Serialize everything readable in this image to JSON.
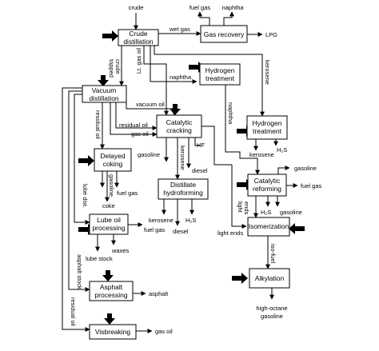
{
  "units": {
    "crude_distillation": [
      "Crude",
      "distillation"
    ],
    "gas_recovery": "Gas recovery",
    "hydrogen_treatment_1": [
      "Hydrogen",
      "treatment"
    ],
    "hydrogen_treatment_2": [
      "Hydrogen",
      "treatment"
    ],
    "vacuum_distillation": [
      "Vacuum",
      "distillation"
    ],
    "catalytic_cracking": [
      "Catalytic",
      "cracking"
    ],
    "delayed_coking": [
      "Delayed",
      "coking"
    ],
    "distillate_hydroforming": [
      "Distillate",
      "hydroforming"
    ],
    "catalytic_reforming": [
      "Catalytic",
      "reforming"
    ],
    "lube_oil_processing": [
      "Lube oil",
      "processing"
    ],
    "isomerization": "Isomerization",
    "alkylation": "Alkylation",
    "asphalt_processing": [
      "Asphalt",
      "processing"
    ],
    "visbreaking": "Visbreaking"
  },
  "streams": {
    "crude": "crude",
    "wet_gas": "wet gas",
    "fuel_gas": "fuel gas",
    "naphtha": "naphtha",
    "lpg": "LPG",
    "topped_crude": [
      "topped",
      "crude"
    ],
    "lt_gas_oil": "Lt. gas oil",
    "kerosene": "kerosene",
    "vacuum_oil": "vacuum oil",
    "residual_oil": "residual oil",
    "gas_oil": "gas oil",
    "hf": "HF",
    "diesel": "diesel",
    "gasoline": "gasoline",
    "h2s": "H₂S",
    "coke": "coke",
    "lube_dist": "lube dist.",
    "lube_stock": "lube stock",
    "waxes": "waxes",
    "light_ends": "light ends",
    "light_ends_split": [
      "light",
      "ends"
    ],
    "iso_fuel": "iso-fuel",
    "asphalt_stock": "asphalt stock",
    "asphalt": "asphalt",
    "high_octane_gasoline": [
      "high-octane",
      "gasoline"
    ]
  }
}
